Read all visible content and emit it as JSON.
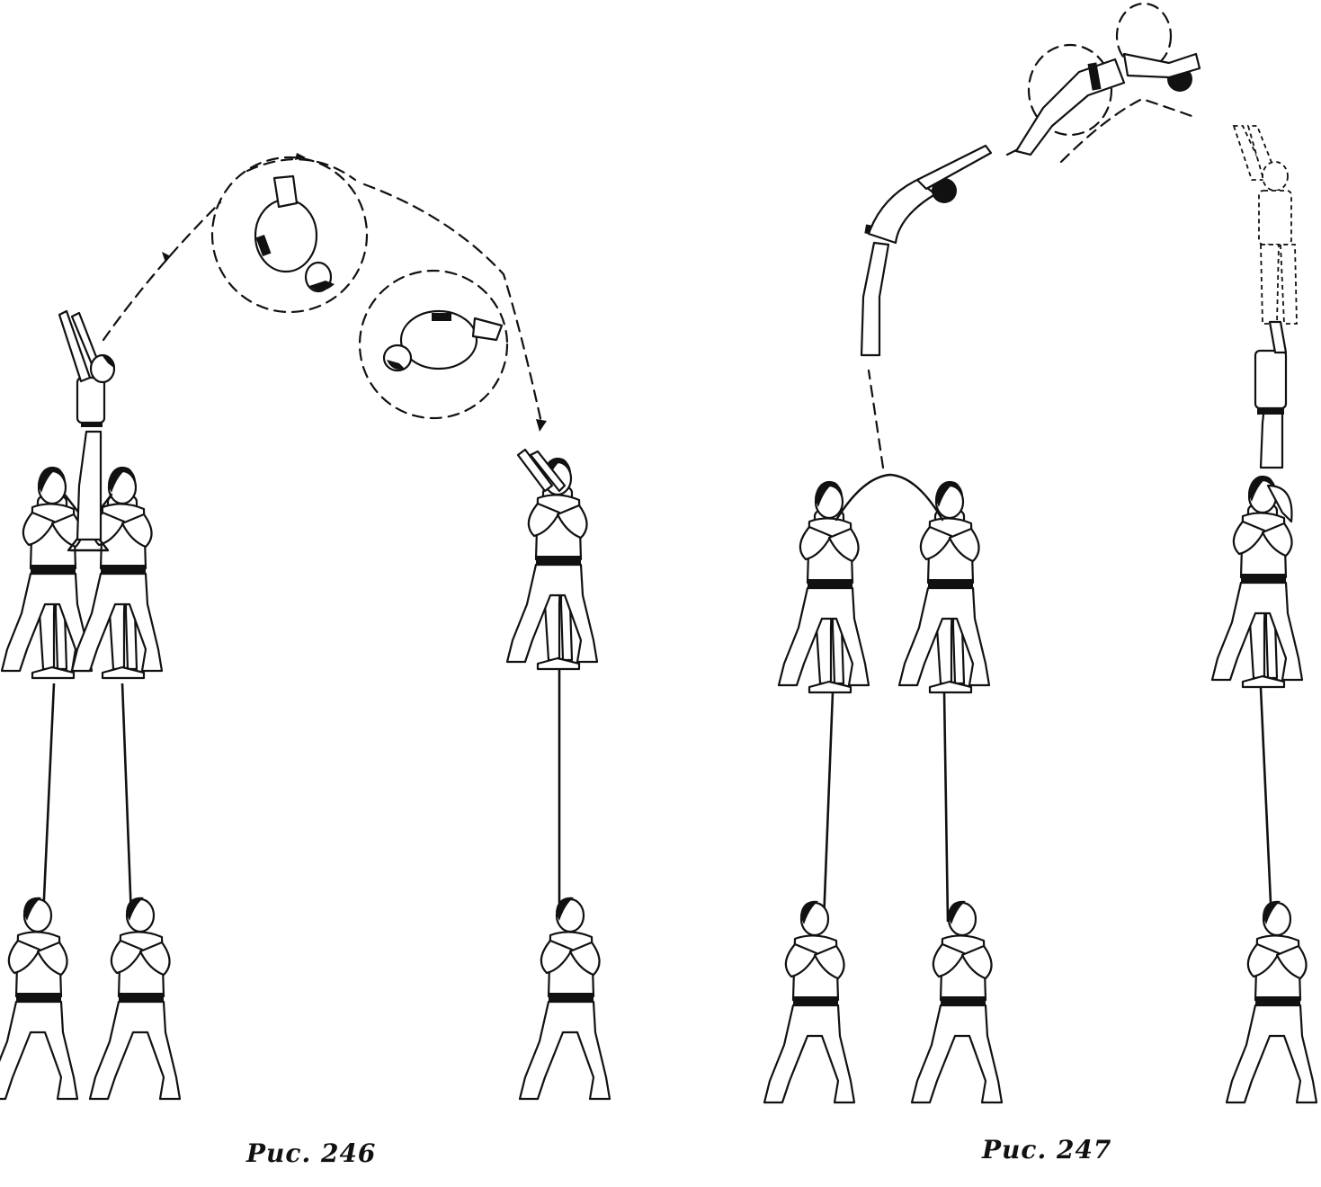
{
  "figures": [
    {
      "id": "fig-246",
      "caption": "Рис. 246"
    },
    {
      "id": "fig-247",
      "caption": "Рис. 247"
    }
  ]
}
